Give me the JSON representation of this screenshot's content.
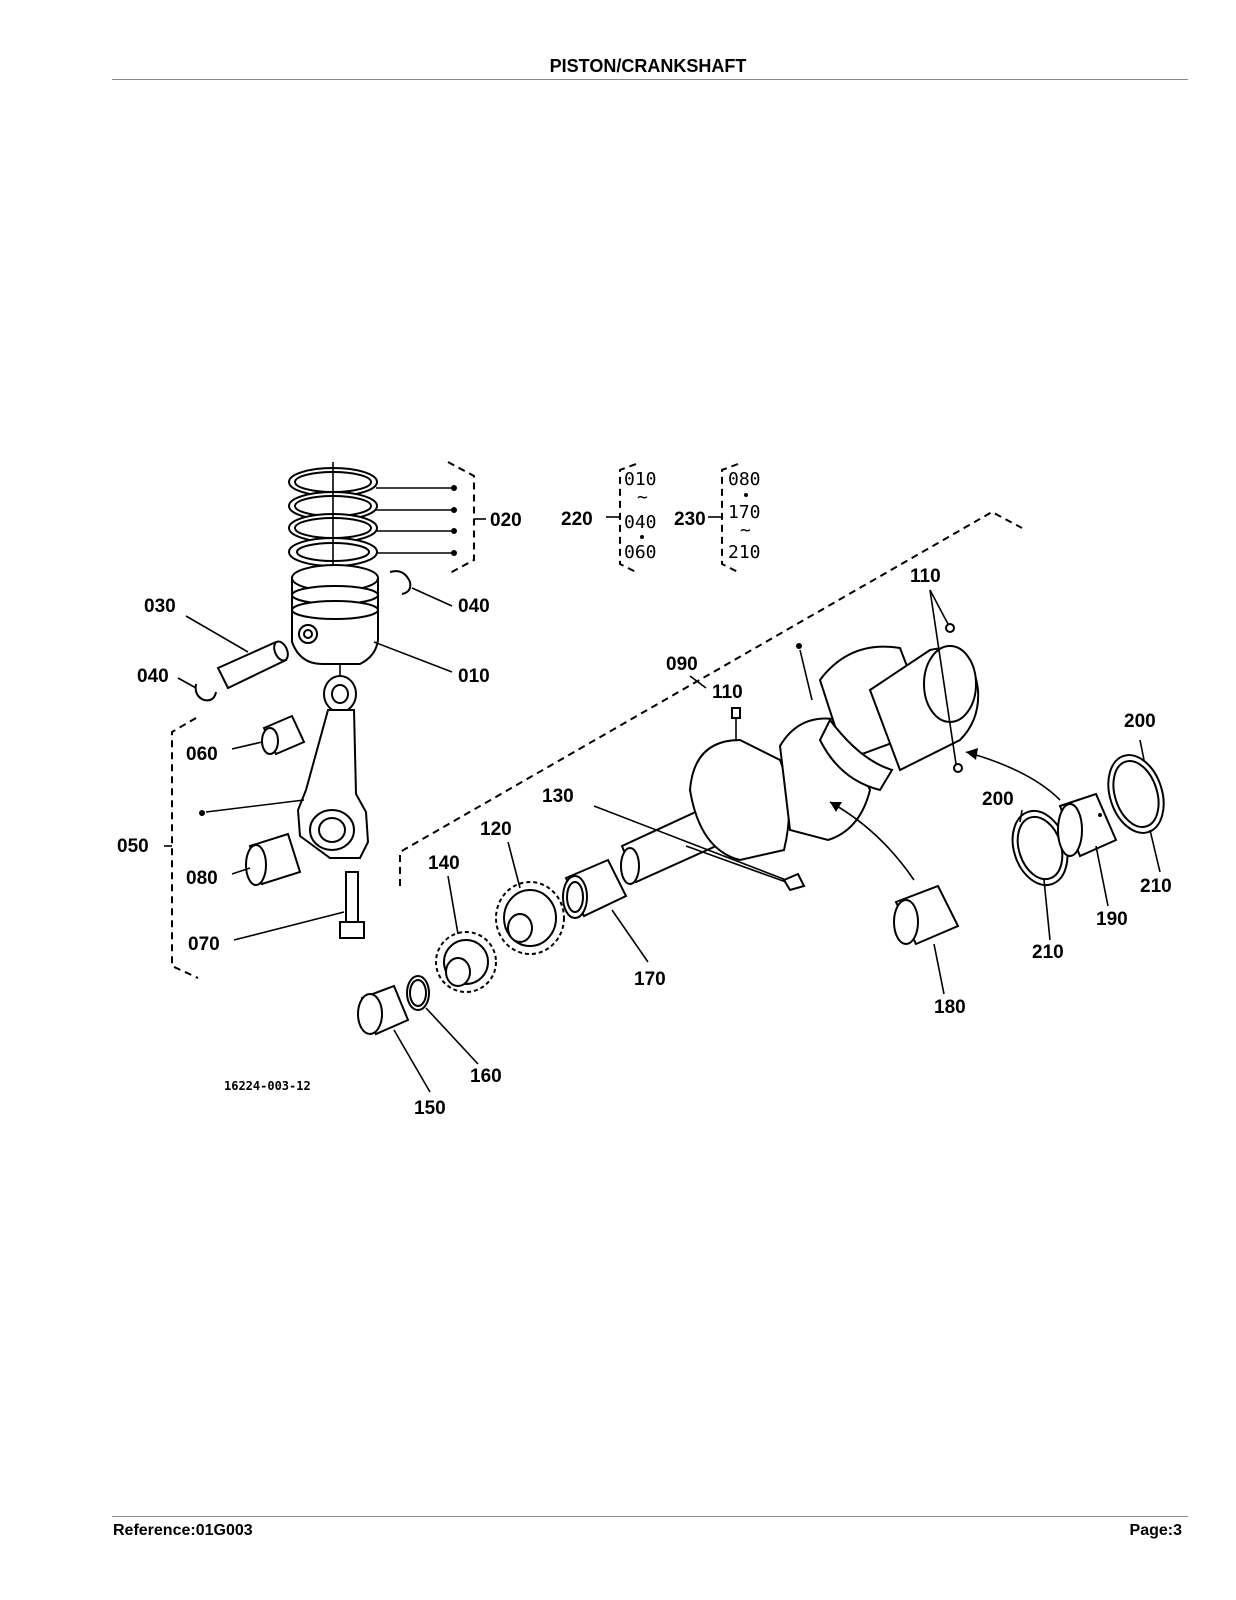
{
  "header": {
    "title": "PISTON/CRANKSHAFT"
  },
  "footer": {
    "reference": "Reference:01G003",
    "page": "Page:3"
  },
  "diagram": {
    "drawing_code": "16224-003-12",
    "callouts": {
      "c010": "010",
      "c020": "020",
      "c030": "030",
      "c040a": "040",
      "c040b": "040",
      "c050": "050",
      "c060": "060",
      "c070": "070",
      "c080": "080",
      "c090": "090",
      "c110a": "110",
      "c110b": "110",
      "c120": "120",
      "c130": "130",
      "c140": "140",
      "c150": "150",
      "c160": "160",
      "c170": "170",
      "c180": "180",
      "c190": "190",
      "c200a": "200",
      "c200b": "200",
      "c210a": "210",
      "c210b": "210",
      "c220": "220",
      "c230": "230"
    },
    "set_groups": {
      "set220": {
        "top": "010",
        "mid": "040",
        "bot": "060",
        "sep": "~"
      },
      "set230": {
        "top": "080",
        "mid": "170",
        "bot": "210",
        "sep": "~"
      }
    }
  }
}
